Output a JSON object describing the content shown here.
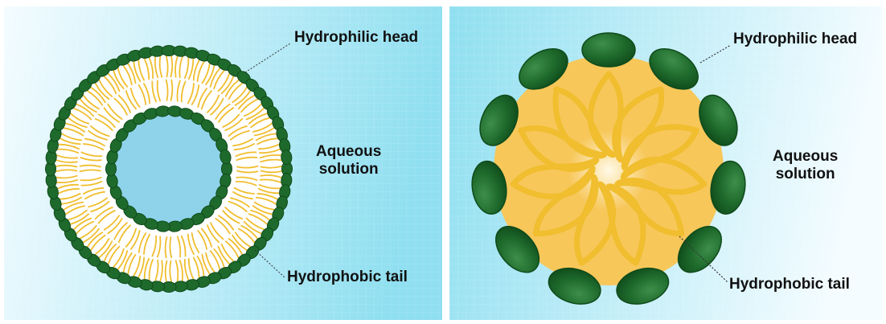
{
  "colors": {
    "water_light": "#f4fcff",
    "water_dark": "#8fdff0",
    "head_dark": "#0f4a1a",
    "head_mid": "#1e6a2c",
    "head_light": "#3e8f4a",
    "tail": "#f0be2e",
    "micelle_core": "#f7c75a",
    "micelle_glow": "#fff9e6",
    "inner_water": "#8ed3ea",
    "bilayer_fill": "#ffffff",
    "leader": "#333333"
  },
  "icons": [
    "lipid-bilayer-vesicle",
    "micelle"
  ],
  "liposome": {
    "hydrophilic_head": "Hydrophilic head",
    "aqueous_solution": "Aqueous\nsolution",
    "hydrophobic_tail": "Hydrophobic tail"
  },
  "micelle": {
    "hydrophilic_head": "Hydrophilic head",
    "aqueous_solution": "Aqueous\nsolution",
    "hydrophobic_tail": "Hydrophobic tail"
  }
}
